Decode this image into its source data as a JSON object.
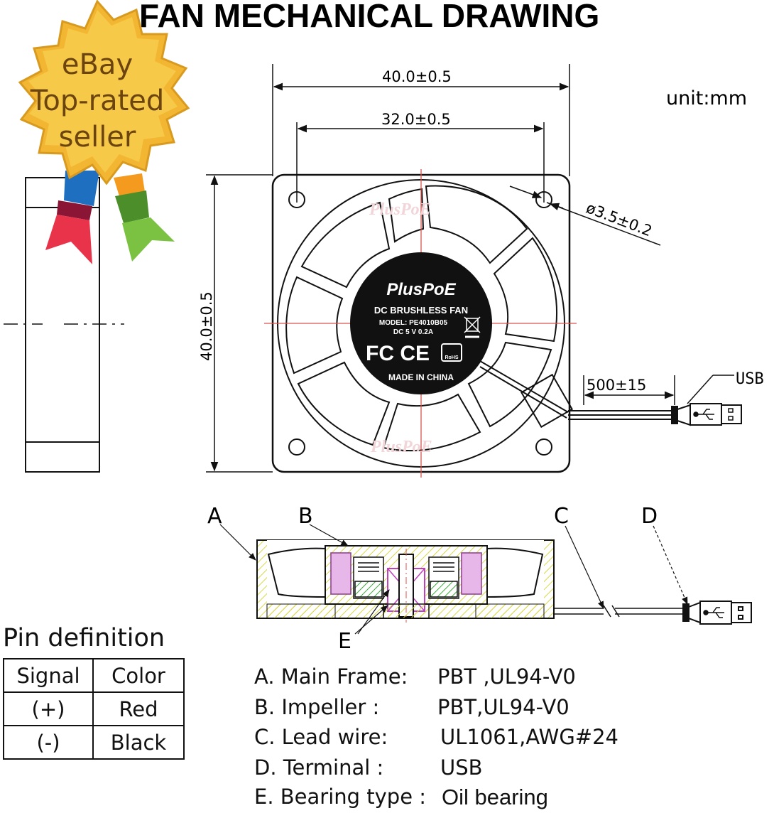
{
  "title": "FAN MECHANICAL DRAWING",
  "unit": "unit:mm",
  "badge": {
    "line1": "eBay",
    "line2": "Top-rated",
    "line3": "seller",
    "colors": {
      "star": "#f2b632",
      "ribbon_left": "#e8334a",
      "ribbon_right": "#7cc242",
      "ribbon_blue": "#1f6fc1"
    }
  },
  "dimensions": {
    "overall_width": "40.0±0.5",
    "hole_pitch": "32.0±0.5",
    "overall_height": "40.0±0.5",
    "hole_diameter": "ø3.5±0.2",
    "cable_length": "500±15",
    "connector_label": "USB"
  },
  "hub": {
    "brand": "PlusPoE",
    "line1": "DC BRUSHLESS FAN",
    "line2": "MODEL: PE4010B05",
    "line3": "DC 5 V 0.2A",
    "marks": "FC CE",
    "rohs": "RoHS",
    "origin": "MADE IN CHINA",
    "watermark": "PlusPoE"
  },
  "section_labels": [
    "A",
    "B",
    "C",
    "D",
    "E"
  ],
  "pin_definition": {
    "title": "Pin definition",
    "headers": [
      "Signal",
      "Color"
    ],
    "rows": [
      {
        "signal": "(+)",
        "color": "Red"
      },
      {
        "signal": "(-)",
        "color": "Black"
      }
    ]
  },
  "specs": [
    {
      "label": "A.  Main Frame:",
      "value": "PBT ,UL94-V0"
    },
    {
      "label": "B.  Impeller :",
      "value": "PBT,UL94-V0"
    },
    {
      "label": "C.  Lead wire:",
      "value": "UL1061,AWG#24"
    },
    {
      "label": "D. Terminal :",
      "value": "USB"
    },
    {
      "label": "E.  Bearing type :",
      "value": "Oil bearing"
    }
  ]
}
